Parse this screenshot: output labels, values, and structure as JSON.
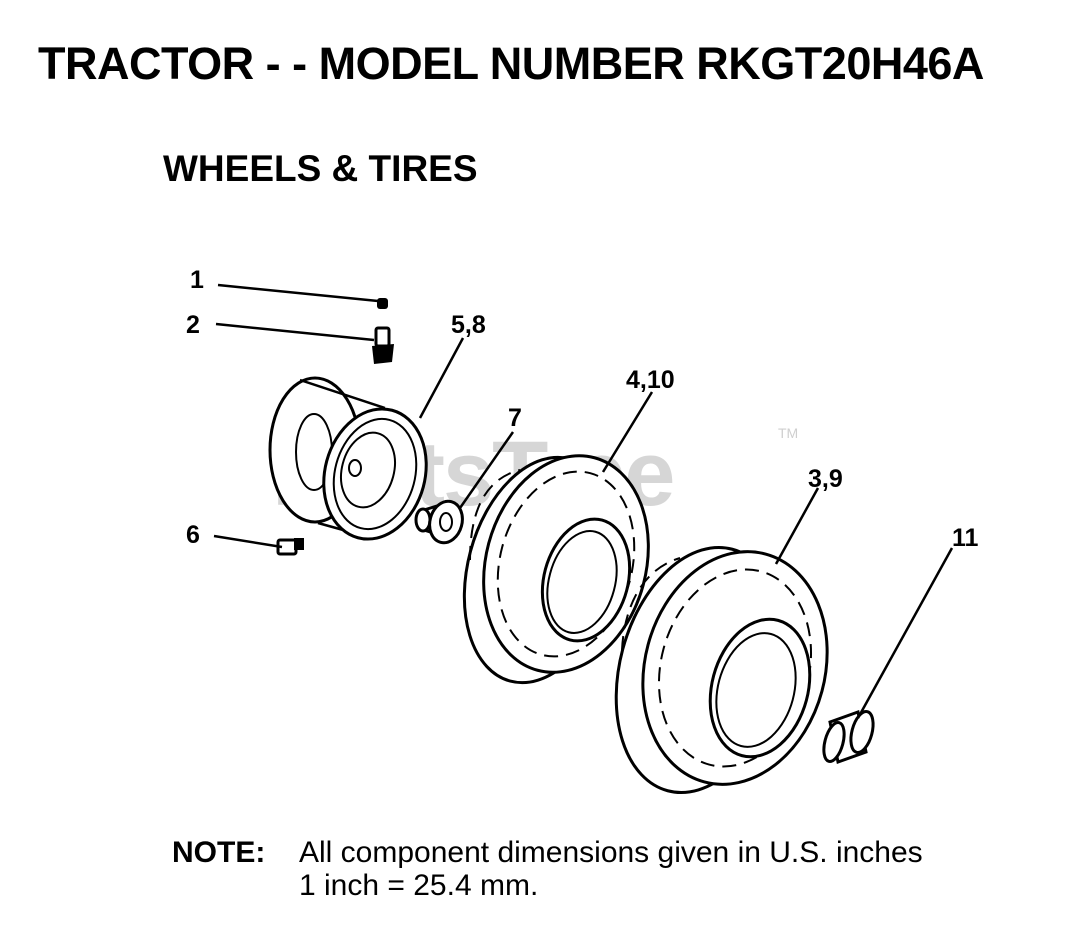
{
  "header": {
    "title": "TRACTOR - - MODEL NUMBER RKGT20H46A",
    "section": "WHEELS & TIRES"
  },
  "watermark": {
    "text": "PartsTree",
    "trademark": "TM"
  },
  "callouts": {
    "c1": "1",
    "c2": "2",
    "c5_8": "5,8",
    "c4_10": "4,10",
    "c7": "7",
    "c3_9": "3,9",
    "c6": "6",
    "c11": "11"
  },
  "note": {
    "label": "NOTE:",
    "line1": "All component dimensions given in U.S. inches",
    "line2": "1 inch = 25.4 mm."
  }
}
